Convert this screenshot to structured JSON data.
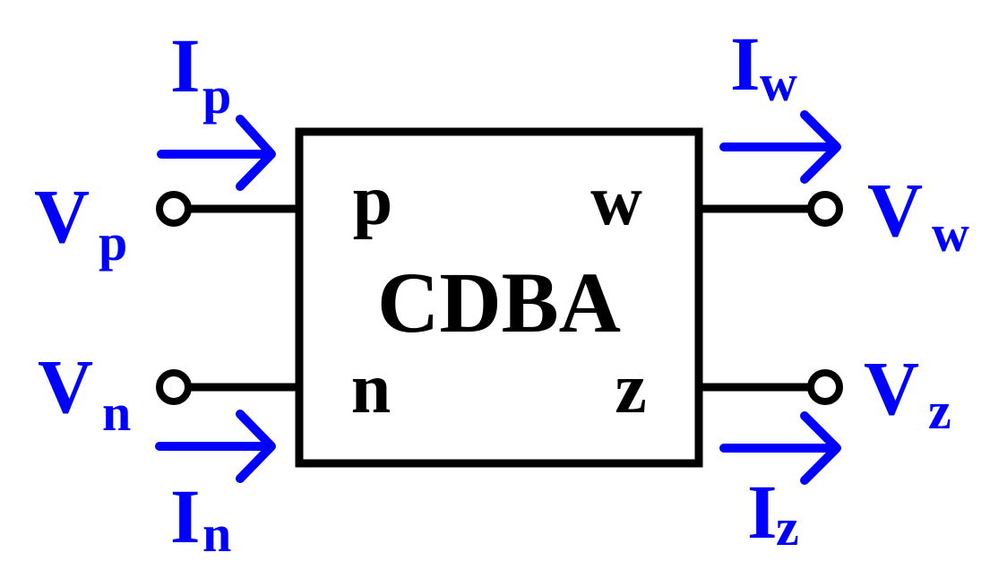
{
  "block": {
    "label": "CDBA",
    "ports": {
      "p": "p",
      "n": "n",
      "w": "w",
      "z": "z"
    }
  },
  "signals": {
    "vp": {
      "main": "V",
      "sub": "p"
    },
    "vn": {
      "main": "V",
      "sub": "n"
    },
    "vw": {
      "main": "V",
      "sub": "w"
    },
    "vz": {
      "main": "V",
      "sub": "z"
    },
    "ip": {
      "main": "I",
      "sub": "p"
    },
    "in": {
      "main": "I",
      "sub": "n"
    },
    "iw": {
      "main": "I",
      "sub": "w"
    },
    "iz": {
      "main": "I",
      "sub": "z"
    }
  },
  "colors": {
    "line": "#000000",
    "signal": "#0000ff"
  }
}
